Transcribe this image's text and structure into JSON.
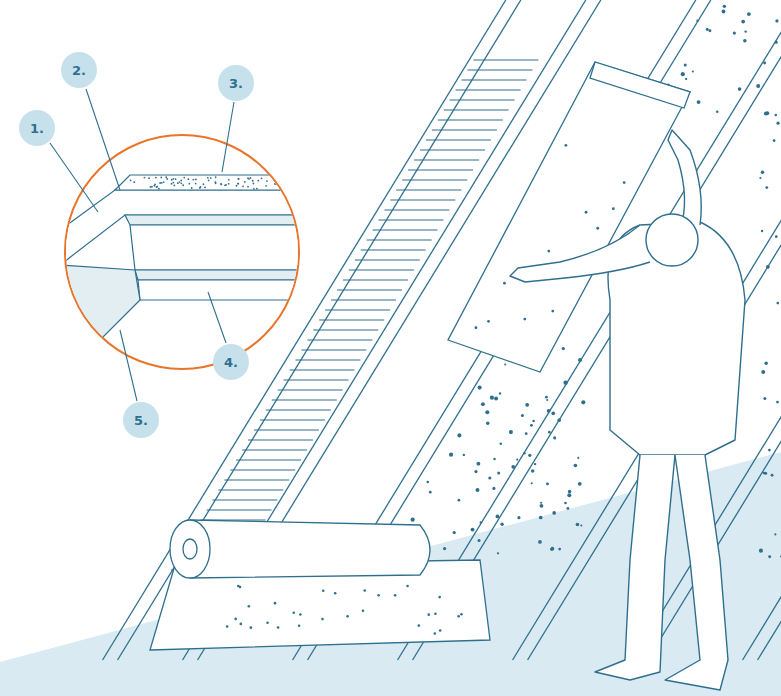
{
  "diagram": {
    "nodes": [
      {
        "text": [
          "1."
        ]
      },
      {
        "text": [
          "2."
        ]
      },
      {
        "text": [
          "3."
        ]
      },
      {
        "text": [
          "4."
        ]
      },
      {
        "text": [
          "5."
        ]
      }
    ]
  }
}
